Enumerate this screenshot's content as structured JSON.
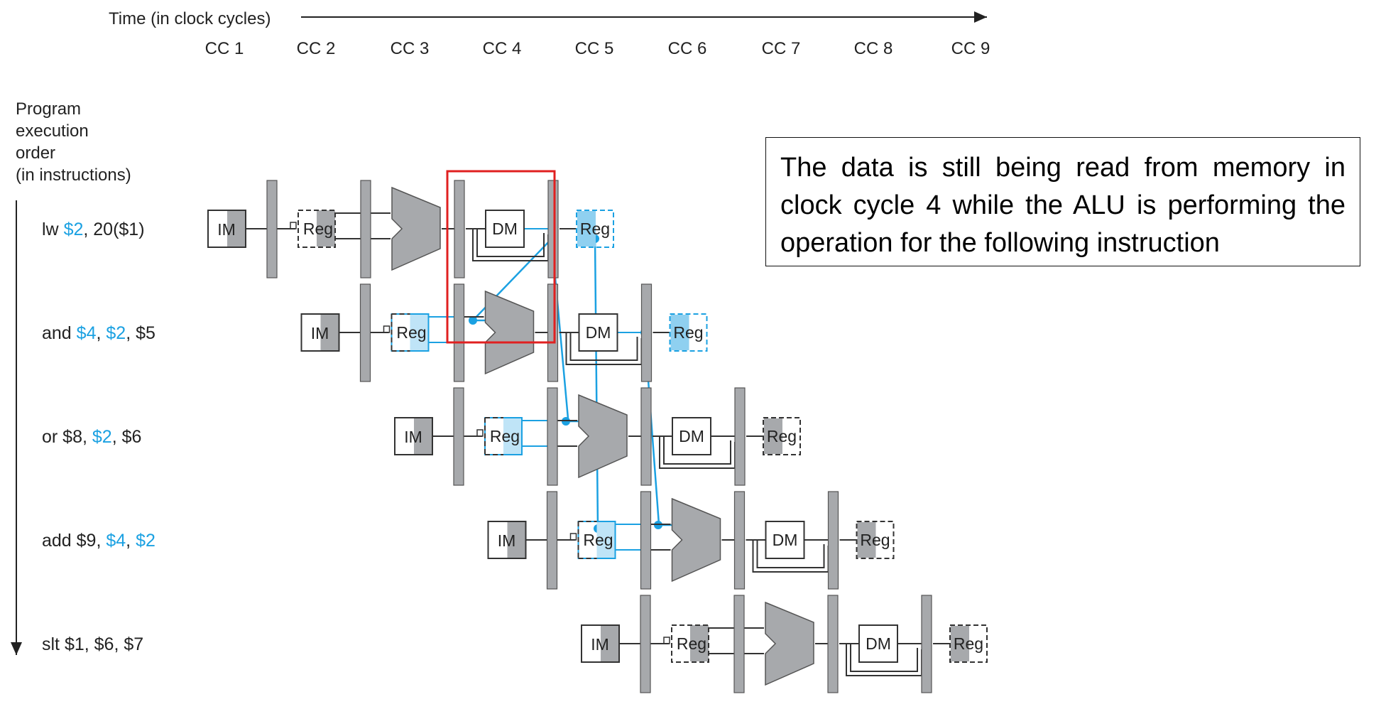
{
  "colors": {
    "accent": "#1ba1e2",
    "highlight": "#e02020",
    "stage_gray": "#a7a9ac",
    "line": "#333333"
  },
  "time_axis": {
    "label": "Time (in clock cycles)",
    "cycles": [
      "CC 1",
      "CC 2",
      "CC 3",
      "CC 4",
      "CC 5",
      "CC 6",
      "CC 7",
      "CC 8",
      "CC 9"
    ]
  },
  "order_axis": {
    "label_lines": [
      "Program",
      "execution",
      "order",
      "(in instructions)"
    ]
  },
  "stage_labels": {
    "im": "IM",
    "reg": "Reg",
    "dm": "DM"
  },
  "instructions": [
    {
      "parts": [
        {
          "t": "lw ",
          "hl": false
        },
        {
          "t": "$2",
          "hl": true
        },
        {
          "t": ", 20($1)",
          "hl": false
        }
      ],
      "hl_reg_read": false,
      "hl_reg_write": true
    },
    {
      "parts": [
        {
          "t": "and ",
          "hl": false
        },
        {
          "t": "$4",
          "hl": true
        },
        {
          "t": ", ",
          "hl": false
        },
        {
          "t": "$2",
          "hl": true
        },
        {
          "t": ", $5",
          "hl": false
        }
      ],
      "hl_reg_read": true,
      "hl_reg_write": true
    },
    {
      "parts": [
        {
          "t": "or $8, ",
          "hl": false
        },
        {
          "t": "$2",
          "hl": true
        },
        {
          "t": ", $6",
          "hl": false
        }
      ],
      "hl_reg_read": true,
      "hl_reg_write": false
    },
    {
      "parts": [
        {
          "t": "add $9, ",
          "hl": false
        },
        {
          "t": "$4",
          "hl": true
        },
        {
          "t": ", ",
          "hl": false
        },
        {
          "t": "$2",
          "hl": true
        }
      ],
      "hl_reg_read": true,
      "hl_reg_write": false
    },
    {
      "parts": [
        {
          "t": "slt $1, $6, $7",
          "hl": false
        }
      ],
      "hl_reg_read": false,
      "hl_reg_write": false
    }
  ],
  "note": {
    "text": "The data is still being read from memory in clock cycle 4 while the ALU is performing the operation for the following instruction"
  }
}
